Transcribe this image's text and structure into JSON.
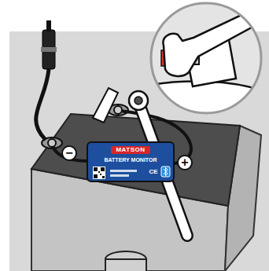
{
  "diagram": {
    "nodes": [
      {
        "text": [
          "MATSON",
          "BATTERY MONITOR"
        ]
      }
    ],
    "labels": [
      "−",
      "+",
      "CE"
    ]
  }
}
